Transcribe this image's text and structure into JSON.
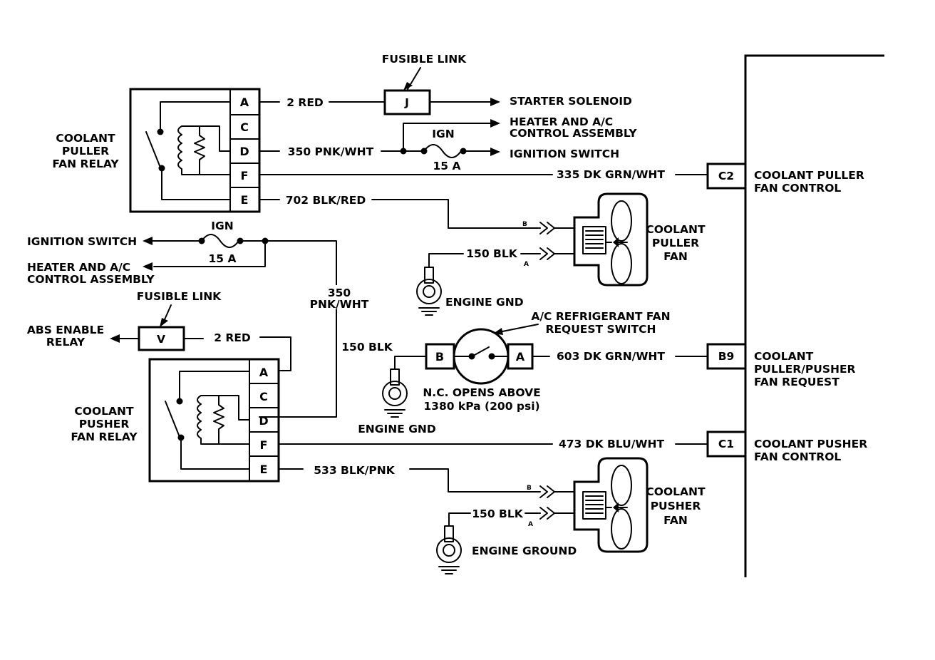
{
  "puller_relay": {
    "label": [
      "COOLANT",
      "PULLER",
      "FAN RELAY"
    ],
    "pins": [
      "A",
      "C",
      "D",
      "F",
      "E"
    ]
  },
  "pusher_relay": {
    "label": [
      "COOLANT",
      "PUSHER",
      "FAN RELAY"
    ],
    "pins": [
      "A",
      "C",
      "D",
      "F",
      "E"
    ]
  },
  "fusible_link_top": {
    "label": "FUSIBLE LINK",
    "block": "J"
  },
  "fusible_link_bottom": {
    "label": "FUSIBLE LINK",
    "block": "V"
  },
  "wires": {
    "top_2red": "2 RED",
    "top_350": "350 PNK/WHT",
    "w335": "335 DK GRN/WHT",
    "w702": "702 BLK/RED",
    "w150_puller": "150 BLK",
    "w350_vertical": [
      "350",
      "PNK/WHT"
    ],
    "bottom_2red": "2 RED",
    "w150_switch": "150 BLK",
    "w603": "603 DK GRN/WHT",
    "w473": "473 DK BLU/WHT",
    "w533": "533 BLK/PNK",
    "w150_pusher": "150 BLK"
  },
  "fuse_top": {
    "label": "IGN",
    "rating": "15 A"
  },
  "fuse_left": {
    "label": "IGN",
    "rating": "15 A"
  },
  "destinations": {
    "starter": "STARTER SOLENOID",
    "heater_top": [
      "HEATER AND A/C",
      "CONTROL ASSEMBLY"
    ],
    "ign_switch_top": "IGNITION SWITCH",
    "ign_switch_left": "IGNITION SWITCH",
    "heater_left": [
      "HEATER AND A/C",
      "CONTROL ASSEMBLY"
    ],
    "abs": [
      "ABS ENABLE",
      "RELAY"
    ]
  },
  "ecm": {
    "c2": {
      "pin": "C2",
      "label": [
        "COOLANT PULLER",
        "FAN CONTROL"
      ]
    },
    "b9": {
      "pin": "B9",
      "label": [
        "COOLANT",
        "PULLER/PUSHER",
        "FAN REQUEST"
      ]
    },
    "c1": {
      "pin": "C1",
      "label": [
        "COOLANT PUSHER",
        "FAN CONTROL"
      ]
    }
  },
  "puller_fan": {
    "label": [
      "COOLANT",
      "PULLER",
      "FAN"
    ],
    "pin_b": "B",
    "pin_a": "A"
  },
  "pusher_fan": {
    "label": [
      "COOLANT",
      "PUSHER",
      "FAN"
    ],
    "pin_b": "B",
    "pin_a": "A"
  },
  "grounds": {
    "puller": "ENGINE GND",
    "switch": "ENGINE GND",
    "pusher": "ENGINE GROUND"
  },
  "pressure_switch": {
    "label": [
      "A/C REFRIGERANT FAN",
      "REQUEST SWITCH"
    ],
    "pin_b": "B",
    "pin_a": "A",
    "note": [
      "N.C. OPENS ABOVE",
      "1380 kPa (200 psi)"
    ]
  }
}
